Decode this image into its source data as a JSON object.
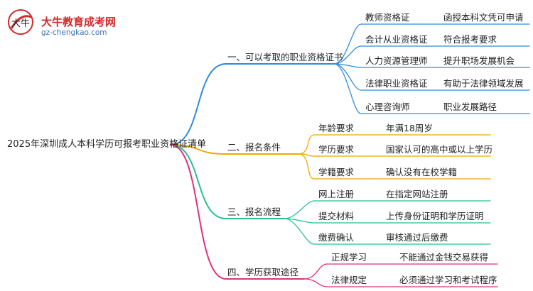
{
  "logo": {
    "title": "大牛教育成考网",
    "url": "gz-chengkao.com",
    "mark_text": "大牛",
    "accent_red": "#d22a2a",
    "accent_blue": "#3a6fb0"
  },
  "root": {
    "label": "2025年深圳成人本科学历可报考职业资格证清单"
  },
  "branches": [
    {
      "label": "一、可以考取的职业资格证书",
      "color": "#2f8ae0",
      "children": [
        {
          "label": "教师资格证",
          "detail": "函授本科文凭可申请"
        },
        {
          "label": "会计从业资格证",
          "detail": "符合报考要求"
        },
        {
          "label": "人力资源管理师",
          "detail": "提升职场发展机会"
        },
        {
          "label": "法律职业资格证",
          "detail": "有助于法律领域发展"
        },
        {
          "label": "心理咨询师",
          "detail": "职业发展路径"
        }
      ]
    },
    {
      "label": "二、报名条件",
      "color": "#f0a800",
      "children": [
        {
          "label": "年龄要求",
          "detail": "年满18周岁"
        },
        {
          "label": "学历要求",
          "detail": "国家认可的高中或以上学历"
        },
        {
          "label": "学籍要求",
          "detail": "确认没有在校学籍"
        }
      ]
    },
    {
      "label": "三、报名流程",
      "color": "#2bbf8e",
      "children": [
        {
          "label": "网上注册",
          "detail": "在指定网站注册"
        },
        {
          "label": "提交材料",
          "detail": "上传身份证明和学历证明"
        },
        {
          "label": "缴费确认",
          "detail": "审核通过后缴费"
        }
      ]
    },
    {
      "label": "四、学历获取途径",
      "color": "#e0317a",
      "children": [
        {
          "label": "正规学习",
          "detail": "不能通过金钱交易获得"
        },
        {
          "label": "法律规定",
          "detail": "必须通过学习和考试程序"
        }
      ]
    }
  ]
}
